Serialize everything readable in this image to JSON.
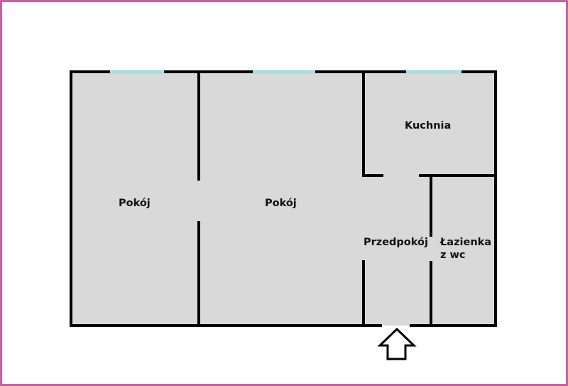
{
  "rooms": {
    "room_left": "Pokój",
    "room_middle": "Pokój",
    "kitchen": "Kuchnia",
    "hallway": "Przedpokój",
    "bathroom_line1": "Łazienka",
    "bathroom_line2": "z wc"
  },
  "colors": {
    "floor": "#d9d9d9",
    "wall": "#000000",
    "window": "#a8dbe6",
    "frame": "#c9629c"
  },
  "icons": {
    "entrance": "arrow-up-icon"
  }
}
